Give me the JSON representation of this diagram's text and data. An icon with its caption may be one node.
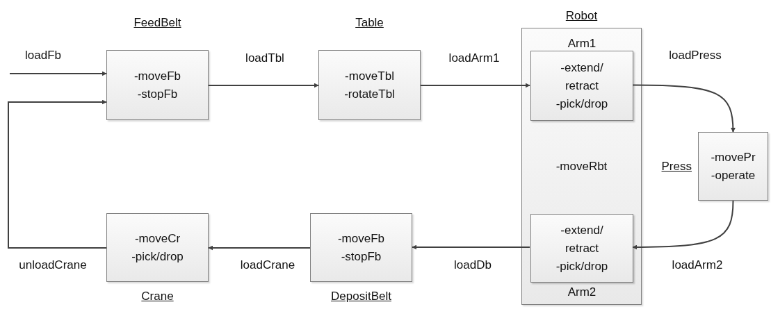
{
  "diagram": {
    "nodes": [
      {
        "text": [
          "FeedBelt",
          "-moveFb",
          "-stopFb"
        ]
      },
      {
        "text": [
          "Table",
          "-moveTbl",
          "-rotateTbl"
        ]
      },
      {
        "text": [
          "Robot",
          "-moveRbt"
        ]
      },
      {
        "text": [
          "Arm1",
          "-extend/ retract",
          "-pick/drop"
        ],
        "in": 2
      },
      {
        "text": [
          "Press",
          "-movePr",
          "-operate"
        ]
      },
      {
        "text": [
          "-extend/ retract",
          "-pick/drop",
          "Arm2"
        ],
        "in": 2
      },
      {
        "text": [
          "-moveFb",
          "-stopFb",
          "DepositBelt"
        ]
      },
      {
        "text": [
          "-moveCr",
          "-pick/drop",
          "Crane"
        ]
      }
    ],
    "edges": [
      {
        "from": null,
        "to": 0,
        "arrow": "to",
        "label": "loadFb"
      },
      {
        "from": 0,
        "to": 1,
        "arrow": "to",
        "label": "loadTbl"
      },
      {
        "from": 1,
        "to": 3,
        "arrow": "to",
        "label": "loadArm1"
      },
      {
        "from": 3,
        "to": 4,
        "arrow": "to",
        "label": "loadPress"
      },
      {
        "from": 4,
        "to": 5,
        "arrow": "to",
        "label": "loadArm2"
      },
      {
        "from": 5,
        "to": 6,
        "arrow": "to",
        "label": "loadDb"
      },
      {
        "from": 6,
        "to": 7,
        "arrow": "to",
        "label": "loadCrane"
      },
      {
        "from": 7,
        "to": 0,
        "arrow": "to",
        "label": "unloadCrane"
      }
    ]
  }
}
